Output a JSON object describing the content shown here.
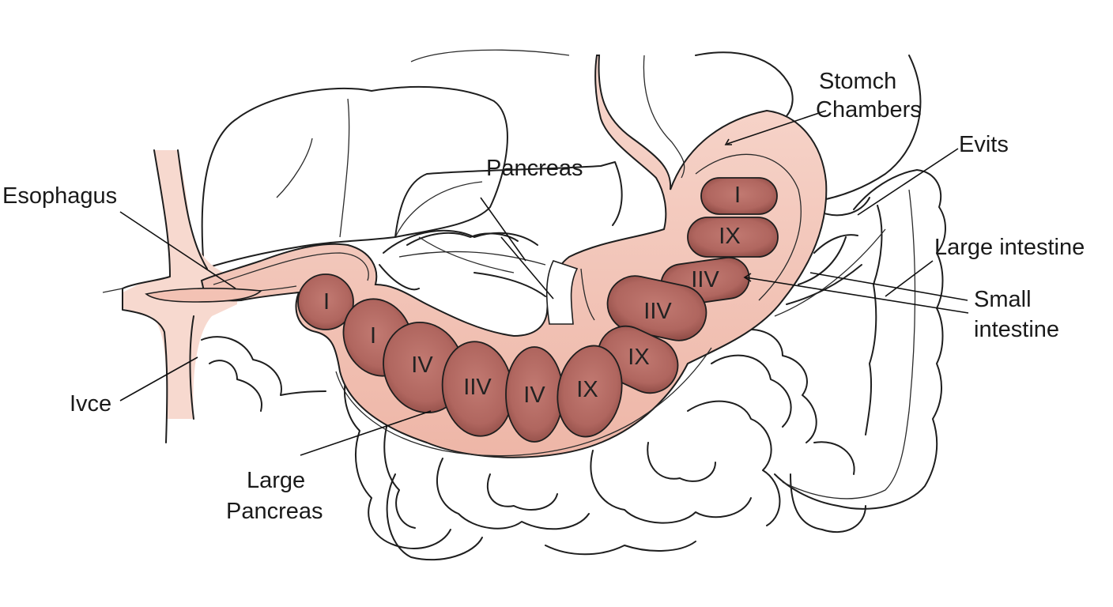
{
  "colors": {
    "tissue": "#f3c9bd",
    "tissue_light": "#f8dcd3",
    "wall": "#e8a99a",
    "chamber": "#b0665f",
    "chamber_dark": "#8a4842",
    "outline": "#1e1e1e"
  },
  "labels": {
    "stomach": [
      "Stomch",
      "Chambers"
    ],
    "evits": "Evits",
    "pancreas": "Pancreas",
    "esophagus": "Esophagus",
    "large_intestine": "Large intestine",
    "small_intestine": [
      "Small",
      "intestine"
    ],
    "ivce": "Ivce",
    "large_pancreas": [
      "Large",
      "Pancreas"
    ]
  },
  "chambers": [
    {
      "name": "chamber-stomach-1",
      "label": "I"
    },
    {
      "name": "chamber-stomach-2",
      "label": "IX"
    },
    {
      "name": "chamber-stomach-3",
      "label": "IIV"
    },
    {
      "name": "chamber-stomach-4",
      "label": "IIV"
    },
    {
      "name": "chamber-stomach-5",
      "label": "IX"
    },
    {
      "name": "chamber-duct-1",
      "label": "I"
    },
    {
      "name": "chamber-duct-2",
      "label": "I"
    },
    {
      "name": "chamber-duct-3",
      "label": "IV"
    },
    {
      "name": "chamber-duct-4",
      "label": "IIV"
    },
    {
      "name": "chamber-duct-5",
      "label": "IV"
    },
    {
      "name": "chamber-duct-6",
      "label": "IX"
    }
  ]
}
